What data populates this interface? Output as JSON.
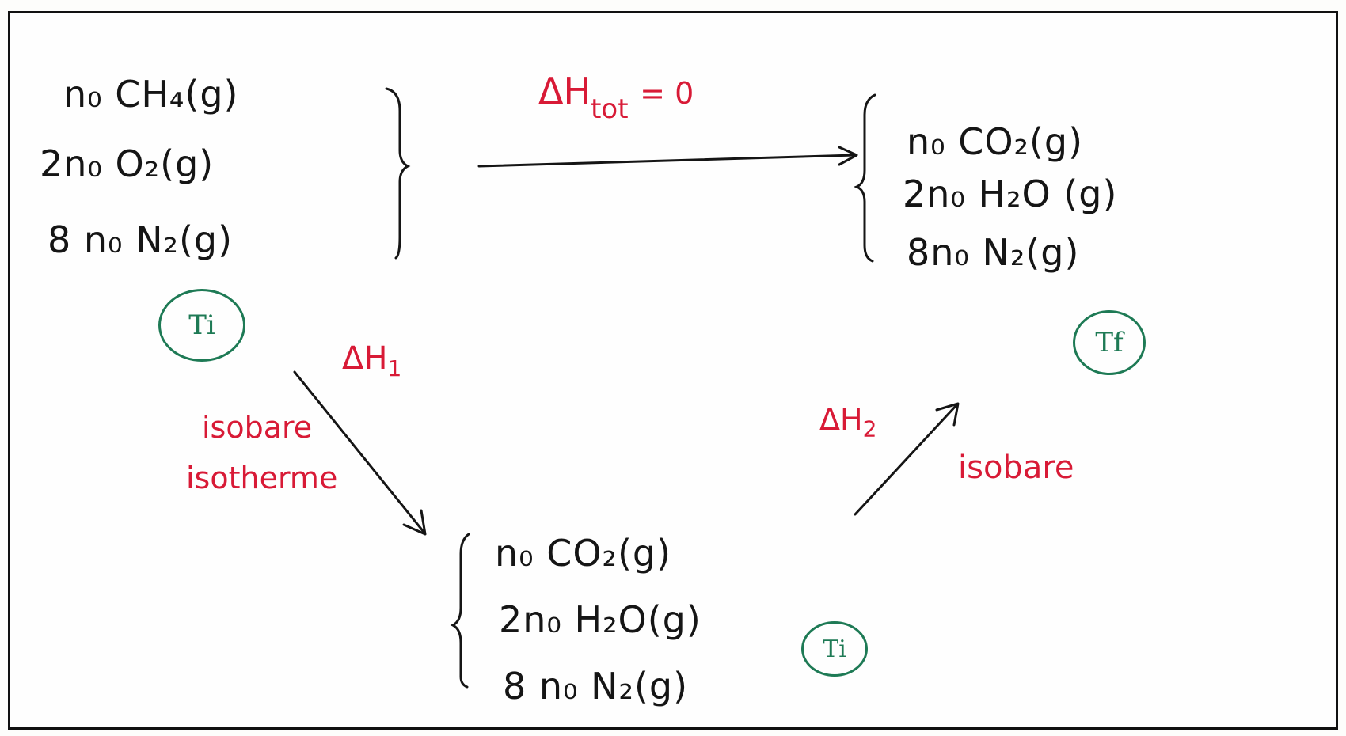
{
  "initial": {
    "lines": [
      "n₀  CH₄(g)",
      "2n₀  O₂(g)",
      "8 n₀  N₂(g)"
    ],
    "temp": "Ti"
  },
  "final": {
    "lines": [
      "n₀  CO₂(g)",
      "2n₀  H₂O (g)",
      "8n₀  N₂(g)"
    ],
    "temp": "Tf"
  },
  "intermediate": {
    "lines": [
      "n₀ CO₂(g)",
      "2n₀ H₂O(g)",
      "8 n₀  N₂(g)"
    ],
    "temp": "Ti"
  },
  "arrows": {
    "total": {
      "main": "ΔH",
      "sub": "tot",
      "suffix": "= 0"
    },
    "step1": {
      "main": "ΔH",
      "sub": "1",
      "desc1": "isobare",
      "desc2": "isotherme"
    },
    "step2": {
      "main": "ΔH",
      "sub": "2",
      "desc1": "isobare"
    }
  },
  "colors": {
    "ink": "#151515",
    "red": "#d81a36",
    "green": "#1e7a55"
  }
}
